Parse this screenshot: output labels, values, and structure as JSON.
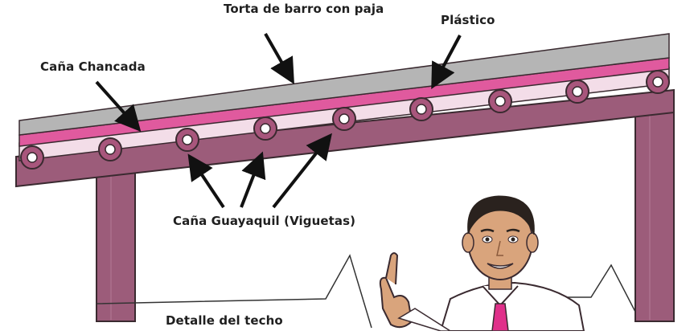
{
  "labels": {
    "torta": "Torta de barro con paja",
    "plastico": "Plástico",
    "cana_chancada": "Caña Chancada",
    "cana_guayaquil": "Caña Guayaquil (Viguetas)",
    "detalle": "Detalle del techo"
  },
  "colors": {
    "beam": "#9c5c7a",
    "beam_dark": "#7a3e5a",
    "mud_layer": "#b5b5b5",
    "plastic_layer": "#e05a9e",
    "reed_layer": "#f3dde8",
    "pole_ring": "#a8567c",
    "outline": "#3a2a30",
    "skin": "#d9a47c",
    "hair": "#2a221e",
    "tie": "#e0308a"
  },
  "icons": {
    "person": "man-pointing-illustration"
  }
}
